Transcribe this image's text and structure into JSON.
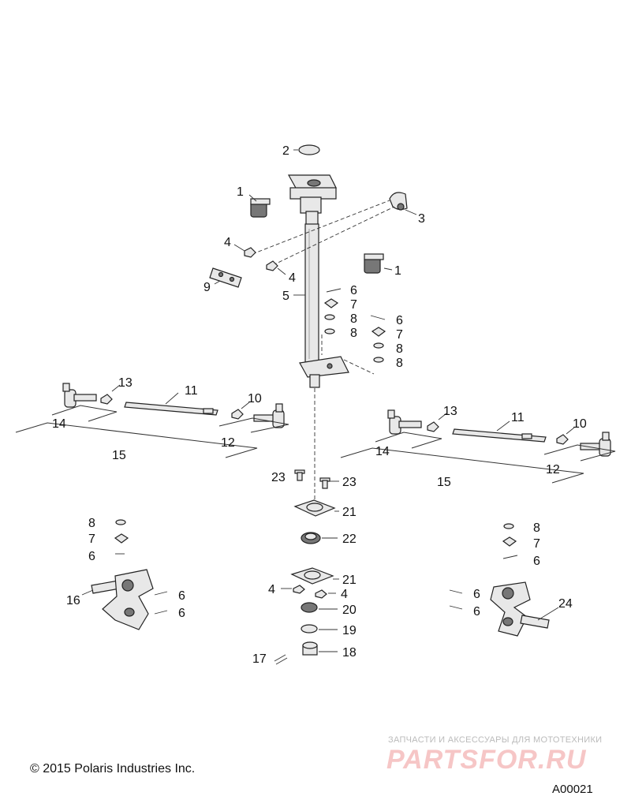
{
  "diagram": {
    "callouts": {
      "c2": "2",
      "c1a": "1",
      "c3": "3",
      "c4a": "4",
      "c1b": "1",
      "c4b": "4",
      "c9": "9",
      "c5": "5",
      "c6a": "6",
      "c7a": "7",
      "c8a": "8",
      "c8b": "8",
      "c6b": "6",
      "c7b": "7",
      "c8c": "8",
      "c8d": "8",
      "c13a": "13",
      "c11a": "11",
      "c10a": "10",
      "c14a": "14",
      "c12a": "12",
      "c15a": "15",
      "c13b": "13",
      "c11b": "11",
      "c10b": "10",
      "c14b": "14",
      "c12b": "12",
      "c15b": "15",
      "c23a": "23",
      "c23b": "23",
      "c21a": "21",
      "c22": "22",
      "c21b": "21",
      "c4c": "4",
      "c4d": "4",
      "c20": "20",
      "c19": "19",
      "c18": "18",
      "c17": "17",
      "c8e": "8",
      "c7c": "7",
      "c6c": "6",
      "c16": "16",
      "c6d": "6",
      "c6e": "6",
      "c8f": "8",
      "c7d": "7",
      "c6f": "6",
      "c6g": "6",
      "c6h": "6",
      "c24": "24"
    }
  },
  "footer": {
    "copyright": "© 2015 Polaris Industries Inc.",
    "figure_id": "A00021"
  },
  "watermark": {
    "tagline": "ЗАПЧАСТИ И АКСЕССУАРЫ ДЛЯ МОТОТЕХНИКИ",
    "logo": "PARTSFOR.RU"
  }
}
